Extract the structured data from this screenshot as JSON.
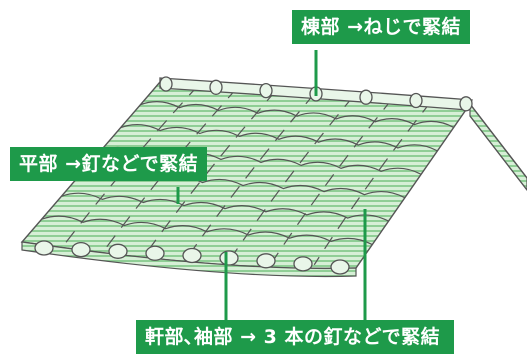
{
  "labels": {
    "ridge": "棟部 →ねじで緊結",
    "flat": "平部 →釘などで緊結",
    "eaves": "軒部､袖部 → 3 本の釘などで緊結"
  },
  "colors": {
    "label_bg": "#1e9a4a",
    "leader_line": "#1e9a4a",
    "tile_fill": "#d6efd6",
    "tile_stripe": "#8fce95",
    "tile_outline": "#555555"
  }
}
